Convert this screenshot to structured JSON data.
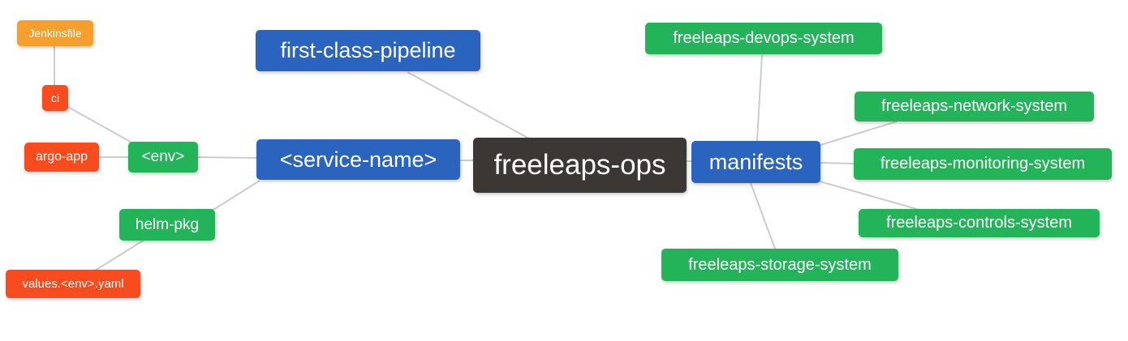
{
  "diagram": {
    "type": "mindmap",
    "background": "#ffffff",
    "edge_color": "#cccccc",
    "text_color": "#ffffff",
    "colors": {
      "blue": "#2a64bf",
      "green": "#23b45a",
      "orange": "#f5a02c",
      "red": "#f84c1e",
      "dark": "#3b3735"
    },
    "nodes": {
      "jenkinsfile": {
        "label": "Jenkinsfile",
        "color": "orange"
      },
      "ci": {
        "label": "ci",
        "color": "red"
      },
      "argo_app": {
        "label": "argo-app",
        "color": "red"
      },
      "env": {
        "label": "<env>",
        "color": "green"
      },
      "helm_pkg": {
        "label": "helm-pkg",
        "color": "green"
      },
      "values_yaml": {
        "label": "values.<env>.yaml",
        "color": "red"
      },
      "first_class_pipeline": {
        "label": "first-class-pipeline",
        "color": "blue"
      },
      "service_name": {
        "label": "<service-name>",
        "color": "blue"
      },
      "freeleaps_ops": {
        "label": "freeleaps-ops",
        "color": "dark"
      },
      "manifests": {
        "label": "manifests",
        "color": "blue"
      },
      "devops_system": {
        "label": "freeleaps-devops-system",
        "color": "green"
      },
      "network_system": {
        "label": "freeleaps-network-system",
        "color": "green"
      },
      "monitoring_system": {
        "label": "freeleaps-monitoring-system",
        "color": "green"
      },
      "controls_system": {
        "label": "freeleaps-controls-system",
        "color": "green"
      },
      "storage_system": {
        "label": "freeleaps-storage-system",
        "color": "green"
      }
    },
    "edges": [
      {
        "from": "jenkinsfile",
        "to": "ci"
      },
      {
        "from": "ci",
        "to": "env"
      },
      {
        "from": "argo_app",
        "to": "env"
      },
      {
        "from": "env",
        "to": "service_name"
      },
      {
        "from": "service_name",
        "to": "helm_pkg"
      },
      {
        "from": "helm_pkg",
        "to": "values_yaml"
      },
      {
        "from": "service_name",
        "to": "freeleaps_ops"
      },
      {
        "from": "first_class_pipeline",
        "to": "freeleaps_ops"
      },
      {
        "from": "freeleaps_ops",
        "to": "manifests"
      },
      {
        "from": "manifests",
        "to": "devops_system"
      },
      {
        "from": "manifests",
        "to": "network_system"
      },
      {
        "from": "manifests",
        "to": "monitoring_system"
      },
      {
        "from": "manifests",
        "to": "controls_system"
      },
      {
        "from": "manifests",
        "to": "storage_system"
      }
    ]
  }
}
